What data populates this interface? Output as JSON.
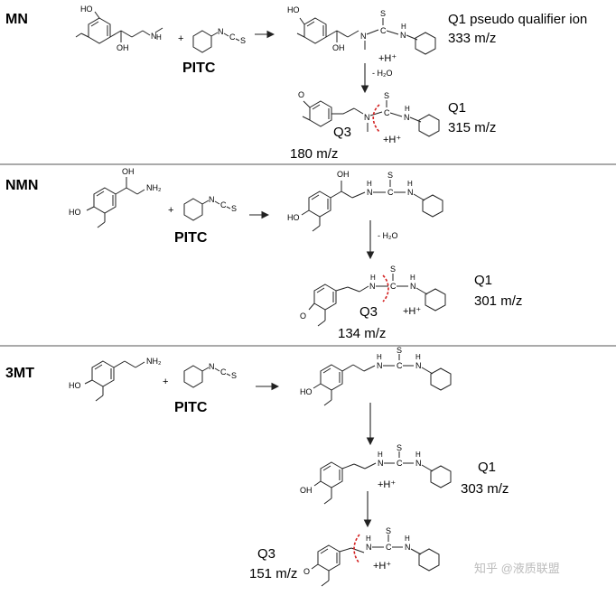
{
  "sections": [
    {
      "name": "MN",
      "reagent": "PITC",
      "q1_note": "Q1 pseudo qualifier ion",
      "q1_parent_mz": "333 m/z",
      "step_label": "- H₂O",
      "charge": "+H⁺",
      "q1_label": "Q1",
      "q1_mz": "315 m/z",
      "q3_label": "Q3",
      "q3_mz": "180 m/z"
    },
    {
      "name": "NMN",
      "reagent": "PITC",
      "step_label": "- H₂O",
      "charge": "+H⁺",
      "q1_label": "Q1",
      "q1_mz": "301 m/z",
      "q3_label": "Q3",
      "q3_mz": "134 m/z"
    },
    {
      "name": "3MT",
      "reagent": "PITC",
      "charge": "+H⁺",
      "q1_label": "Q1",
      "q1_mz": "303 m/z",
      "q3_label": "Q3",
      "q3_mz": "151 m/z"
    }
  ],
  "atoms": {
    "HO": "HO",
    "OH": "OH",
    "O": "O",
    "N": "N",
    "H": "H",
    "C": "C",
    "S": "S",
    "NH2": "NH₂",
    "plus": "+"
  },
  "watermark": "知乎 @液质联盟"
}
